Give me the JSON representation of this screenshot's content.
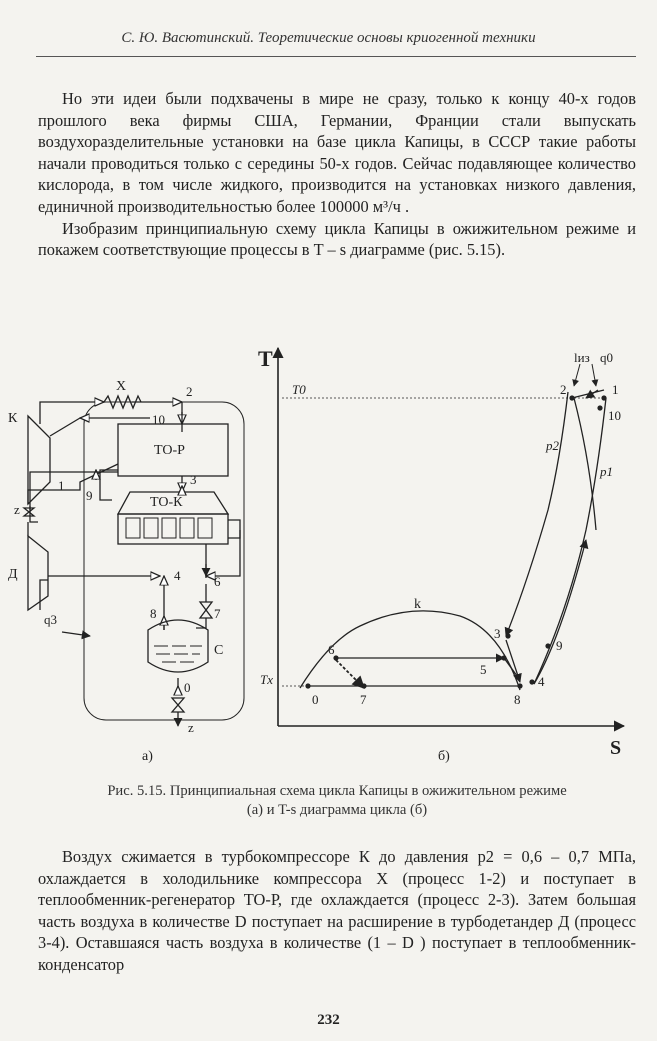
{
  "header": {
    "running_title": "С. Ю. Васютинский. Теоретические основы криогенной техники"
  },
  "paragraphs_top": [
    "Но эти идеи были подхвачены в мире не сразу, только к концу 40-х годов прошлого века фирмы США, Германии, Франции стали выпускать воздухоразделительные установки на базе цикла Капицы, в СССР такие работы начали проводиться только с середины 50-х годов. Сейчас подавляющее количество кислорода, в том числе жидкого, производится на установках низкого давления, единичной производительностью более 100000 м³/ч .",
    "Изобразим принципиальную схему цикла Капицы в ожижительном режиме и покажем соответствующие процессы в T – s диаграмме (рис. 5.15)."
  ],
  "figure": {
    "scheme": {
      "label_k": "К",
      "label_x": "X",
      "label_d": "Д",
      "label_to_r": "ТО-Р",
      "label_to_k": "ТО-К",
      "label_c": "С",
      "label_q3": "q3",
      "label_z1": "z",
      "label_z2": "z",
      "points": [
        "1",
        "2",
        "3",
        "4",
        "6",
        "7",
        "8",
        "9",
        "10",
        "0"
      ],
      "sub_caption": "а)"
    },
    "ts_diagram": {
      "axis_t": "T",
      "axis_s": "S",
      "label_t0": "T0",
      "label_tx": "Tx",
      "label_p1": "p1",
      "label_p2": "p2",
      "label_k": "k",
      "label_liz": "lиз",
      "label_q0": "q0",
      "points": [
        "1",
        "2",
        "3",
        "4",
        "5",
        "6",
        "7",
        "8",
        "9",
        "10",
        "0"
      ],
      "sub_caption": "б)"
    }
  },
  "caption": {
    "line1": "Рис. 5.15. Принципиальная схема цикла Капицы в ожижительном режиме",
    "line2": "(а) и T-s диаграмма цикла (б)"
  },
  "paragraphs_bottom": [
    "Воздух сжимается в турбокомпрессоре К до давления p2 = 0,6 – 0,7 МПа, охлаждается в холодильнике компрессора Х (процесс 1-2) и поступает в теплообменник-регенератор ТО-Р, где охлаждается (процесс 2-3). Затем большая часть воздуха в количестве D поступает на расширение в турбодетандер Д (процесс 3-4). Оставшаяся часть воздуха в количестве (1 – D ) поступает в теплообменник-конденсатор"
  ],
  "footer": {
    "page_number": "232"
  }
}
